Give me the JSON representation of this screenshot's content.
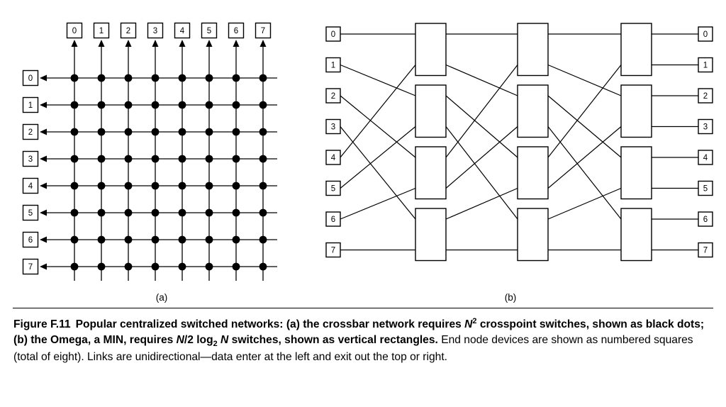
{
  "figure": {
    "caption_segments": [
      {
        "t": "Figure F.11",
        "b": true,
        "label": true
      },
      {
        "t": "Popular centralized switched networks: (a) the crossbar network requires ",
        "b": true
      },
      {
        "t": "N",
        "b": true,
        "i": true
      },
      {
        "t": "2",
        "b": true,
        "sup": true
      },
      {
        "t": " crosspoint switches, shown as black dots; (b) the Omega, a MIN, requires ",
        "b": true
      },
      {
        "t": "N",
        "b": true,
        "i": true
      },
      {
        "t": "/2 log",
        "b": true
      },
      {
        "t": "2",
        "b": true,
        "sub": true
      },
      {
        "t": " ",
        "b": true
      },
      {
        "t": "N",
        "b": true,
        "i": true
      },
      {
        "t": " switches, shown as vertical rectangles.",
        "b": true
      },
      {
        "t": " End node devices are shown as numbered squares (total of eight). Links are unidirectional—data enter at the left and exit out the top or right."
      }
    ]
  },
  "diagram_a": {
    "sublabel": "(a)",
    "top_nodes": [
      "0",
      "1",
      "2",
      "3",
      "4",
      "5",
      "6",
      "7"
    ],
    "left_nodes": [
      "0",
      "1",
      "2",
      "3",
      "4",
      "5",
      "6",
      "7"
    ]
  },
  "diagram_b": {
    "sublabel": "(b)",
    "left_nodes": [
      "0",
      "1",
      "2",
      "3",
      "4",
      "5",
      "6",
      "7"
    ],
    "right_nodes": [
      "0",
      "1",
      "2",
      "3",
      "4",
      "5",
      "6",
      "7"
    ],
    "num_stages": 3,
    "switches_per_stage": 4,
    "shuffle_permutation": [
      0,
      2,
      4,
      6,
      1,
      3,
      5,
      7
    ]
  },
  "colors": {
    "ink": "#000000",
    "paper": "#ffffff"
  }
}
